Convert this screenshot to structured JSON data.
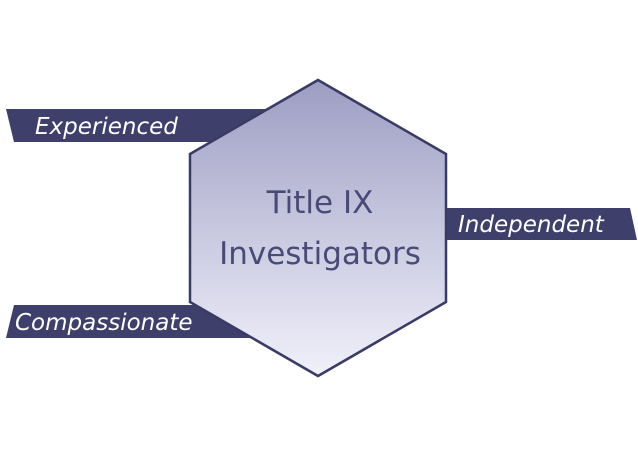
{
  "center": {
    "line1": "Title IX",
    "line2": "Investigators"
  },
  "tags": {
    "experienced": "Experienced",
    "independent": "Independent",
    "compassionate": "Compassionate"
  },
  "colors": {
    "tag_fill": "#3f3f6b",
    "hex_stroke": "#3a3a66",
    "hex_gradient_top": "#9d9dc3",
    "hex_gradient_bottom": "#f1f1fb",
    "hex_text": "#4a4a78",
    "tag_text": "#ffffff"
  }
}
